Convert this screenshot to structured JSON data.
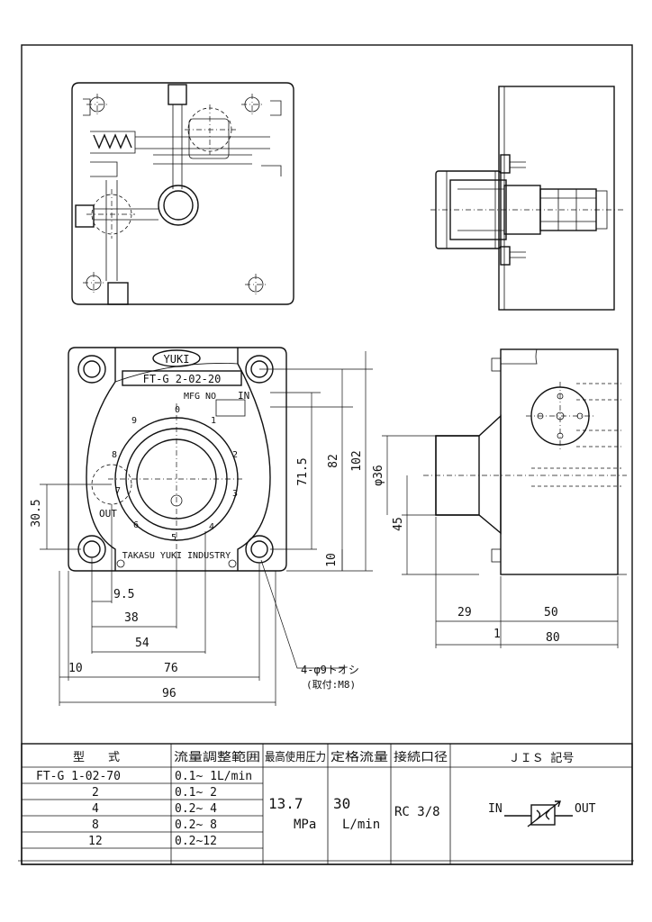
{
  "colors": {
    "ink": "#111111",
    "paper": "#ffffff"
  },
  "front_view": {
    "brand": "YUKI",
    "model_label": "FT-G 2-02-20",
    "mfg_label": "MFG NO",
    "port_in": "IN",
    "port_out": "OUT",
    "footer_text": "TAKASU YUKI INDUSTRY",
    "dial_numbers": [
      "0",
      "1",
      "2",
      "3",
      "4",
      "5",
      "6",
      "7",
      "8",
      "9"
    ]
  },
  "dimensions": {
    "d102": "102",
    "d82": "82",
    "d71_5": "71.5",
    "d10_right": "10",
    "d30_5": "30.5",
    "d9_5": "9.5",
    "d38": "38",
    "d54": "54",
    "d10_left": "10",
    "d76": "76",
    "d96": "96",
    "hole_note": "4-φ9トオシ",
    "hole_note_sub": "(取付:M8)",
    "d36": "φ36",
    "d45": "45",
    "d29": "29",
    "d50": "50",
    "d1": "1",
    "d80": "80"
  },
  "spec_table": {
    "headers": [
      "型　　式",
      "流量調整範囲",
      "最高使用圧力",
      "定格流量",
      "接続口径",
      "ＪＩＳ 記号"
    ],
    "models": [
      {
        "model": "FT-G  1-02-70",
        "range": "0.1~ 1L/min"
      },
      {
        "model": "2",
        "range": "0.1~ 2"
      },
      {
        "model": "4",
        "range": "0.2~ 4"
      },
      {
        "model": "8",
        "range": "0.2~ 8"
      },
      {
        "model": "12",
        "range": "0.2~12"
      }
    ],
    "pressure_value": "13.7",
    "pressure_unit": "MPa",
    "flow_value": "30",
    "flow_unit": "L/min",
    "port_size": "RC 3/8",
    "jis_in": "IN",
    "jis_out": "OUT"
  }
}
